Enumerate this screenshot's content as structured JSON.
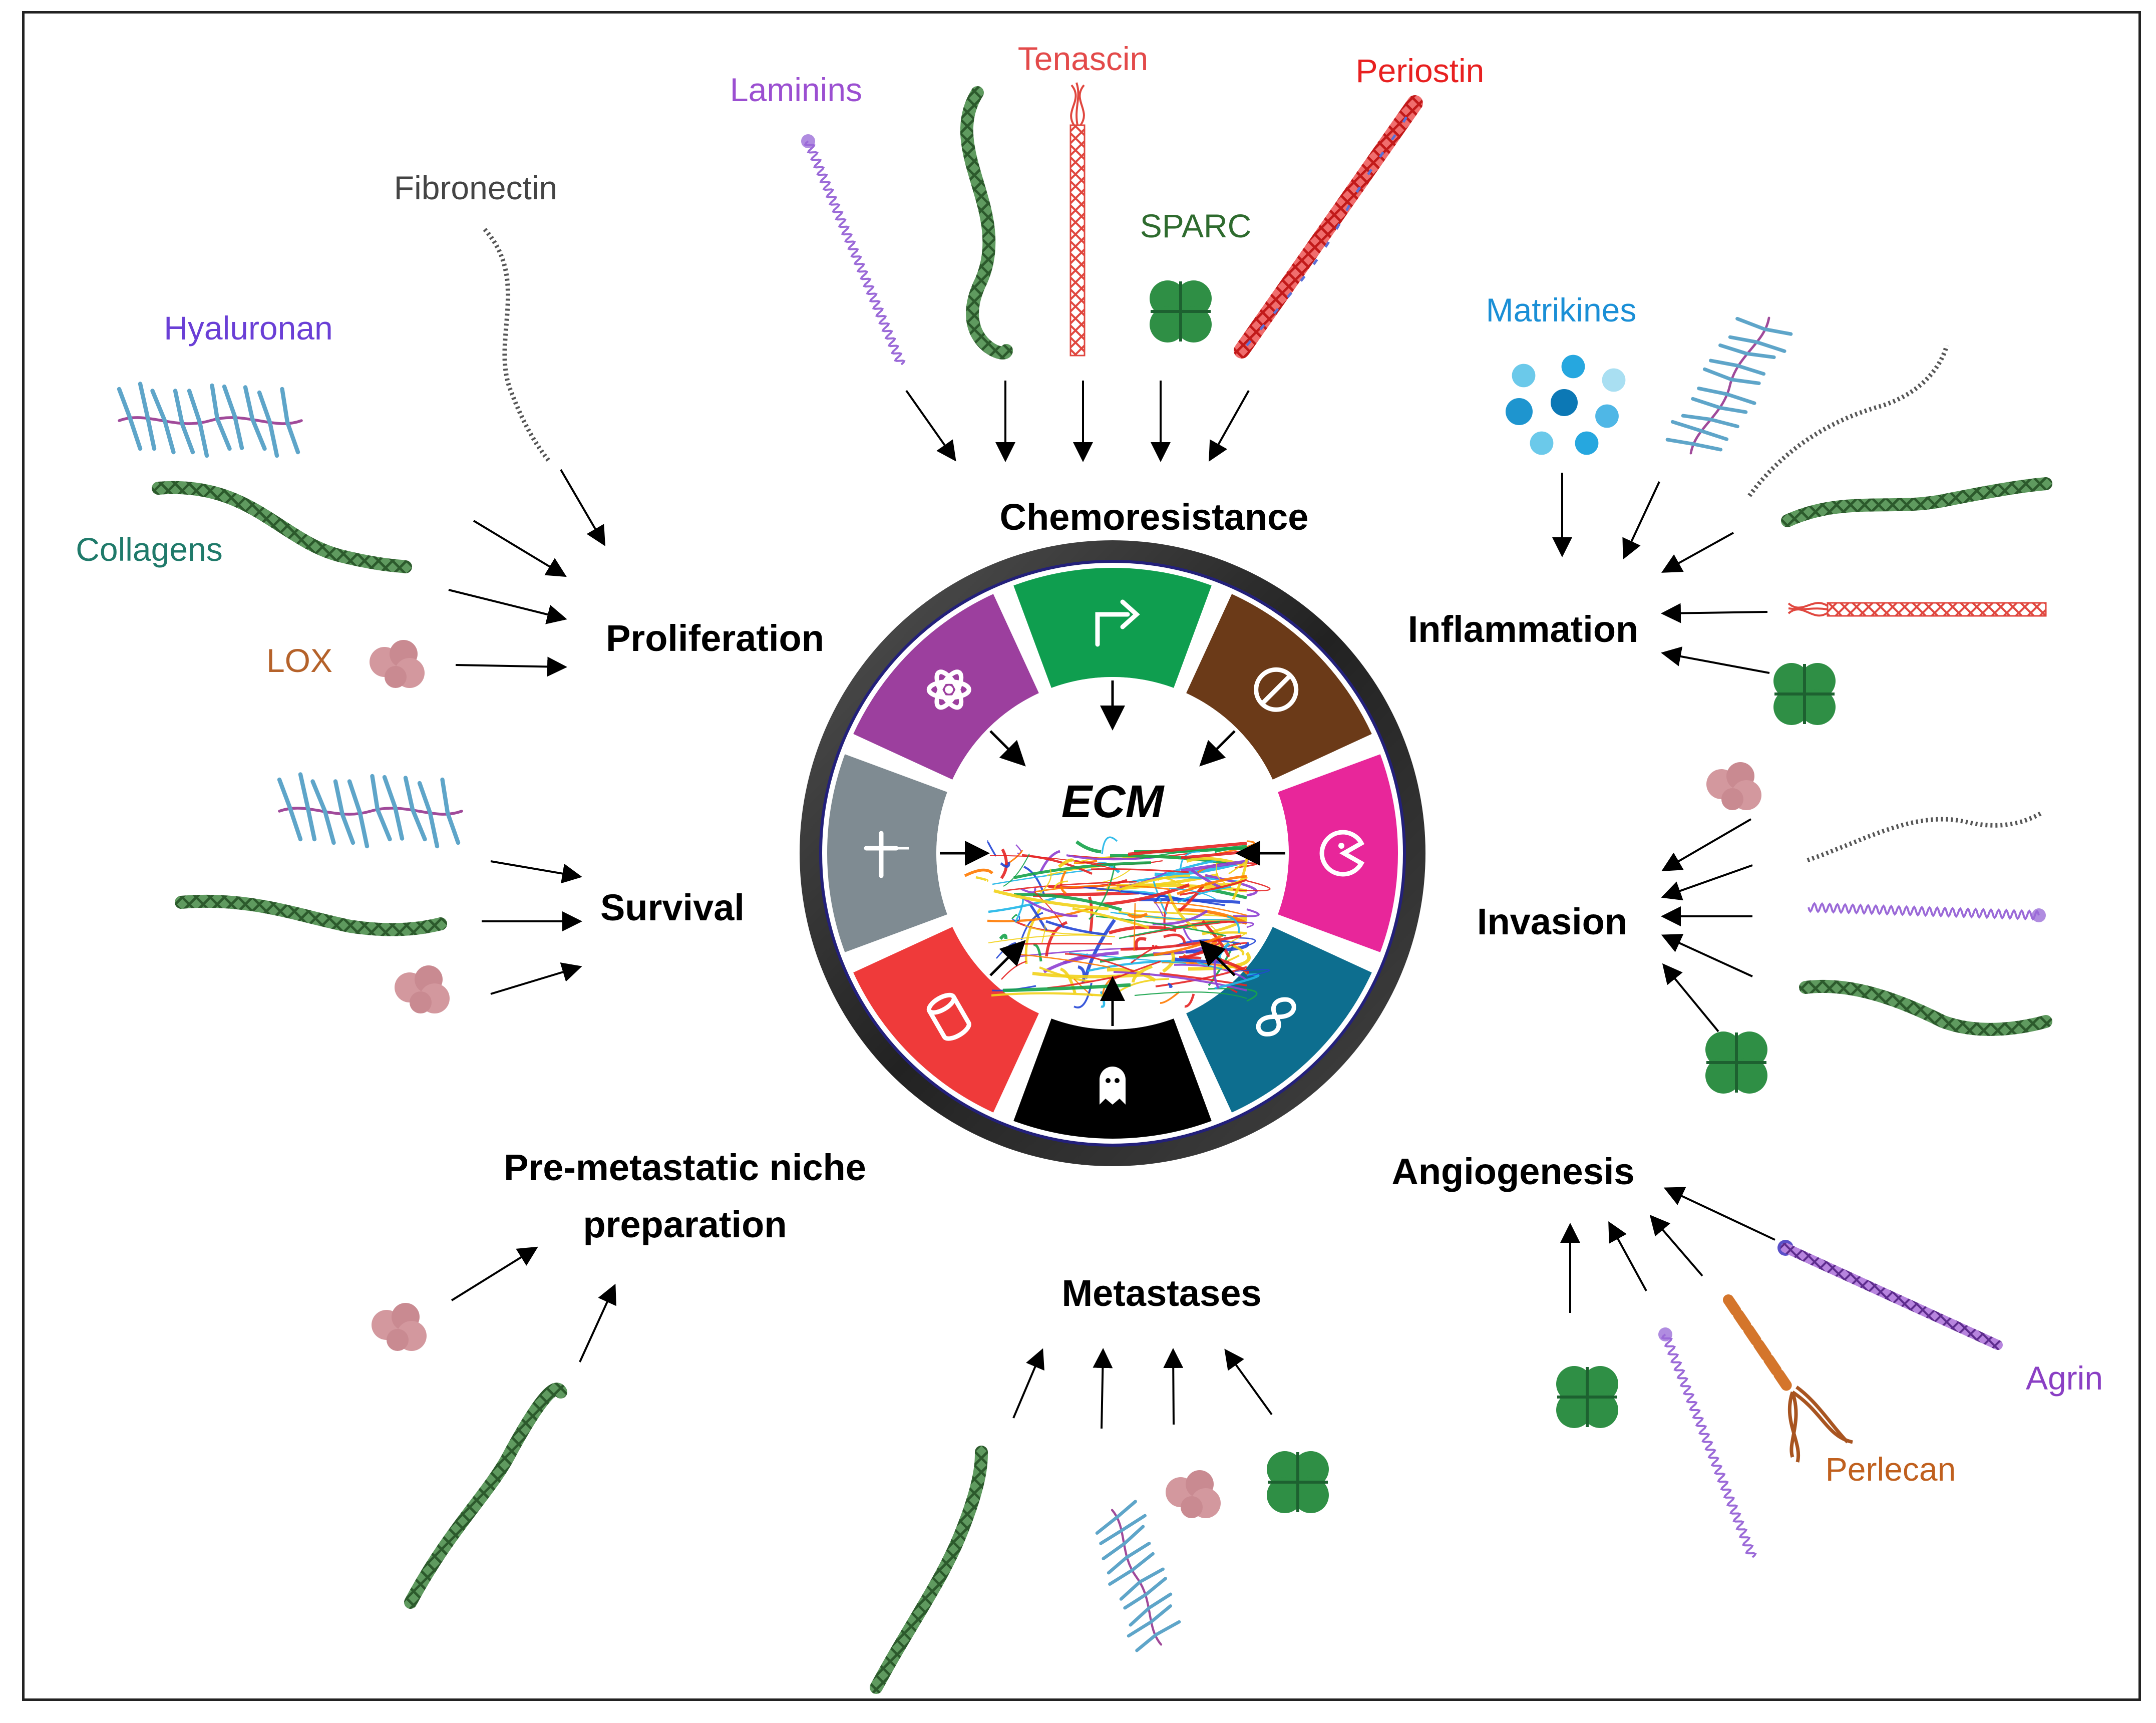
{
  "center_label": "ECM",
  "processes": {
    "chemoresistance": "Chemoresistance",
    "proliferation": "Proliferation",
    "survival": "Survival",
    "premetastatic_line1": "Pre-metastatic niche",
    "premetastatic_line2": "preparation",
    "metastases": "Metastases",
    "angiogenesis": "Angiogenesis",
    "invasion": "Invasion",
    "inflammation": "Inflammation"
  },
  "molecules": {
    "laminins": "Laminins",
    "tenascin": "Tenascin",
    "periostin": "Periostin",
    "sparc": "SPARC",
    "fibronectin": "Fibronectin",
    "hyaluronan": "Hyaluronan",
    "collagens": "Collagens",
    "lox": "LOX",
    "matrikines": "Matrikines",
    "agrin": "Agrin",
    "perlecan": "Perlecan"
  },
  "colors": {
    "laminins": "#9b4fd1",
    "tenascin": "#e34a4a",
    "periostin": "#e82020",
    "sparc": "#2e6b2e",
    "fibronectin": "#444444",
    "hyaluronan": "#6a3fd6",
    "collagens": "#1f7a6a",
    "lox": "#b5622a",
    "matrikines": "#1a8fd6",
    "agrin": "#8a3fc4",
    "perlecan": "#c0601e",
    "ring_segments": [
      "#0f9e4f",
      "#6b3a18",
      "#e8269a",
      "#0d6e8f",
      "#000000",
      "#ef3a3a",
      "#7f8b92",
      "#9c3f9e"
    ]
  },
  "icons": {
    "ring": [
      "arrow-turn-icon",
      "no-entry-icon",
      "pacman-icon",
      "infinity-icon",
      "ghost-icon",
      "cylinder-icon",
      "cross-icon",
      "atom-icon"
    ]
  }
}
